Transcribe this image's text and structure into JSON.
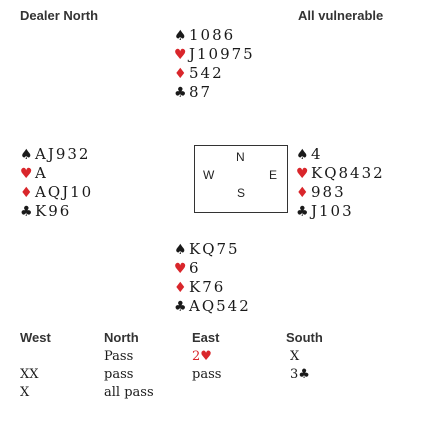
{
  "header": {
    "dealer": "Dealer North",
    "vulnerability": "All vulnerable"
  },
  "colors": {
    "red_suit": "#d9262b",
    "black_suit": "#1a1a1a"
  },
  "suits": {
    "spades": "♠",
    "hearts": "♥",
    "diamonds": "♦",
    "clubs": "♣"
  },
  "hands": {
    "north": {
      "spades": "1086",
      "hearts": "J10975",
      "diamonds": "542",
      "clubs": "87"
    },
    "west": {
      "spades": "AJ932",
      "hearts": "A",
      "diamonds": "AQJ10",
      "clubs": "K96"
    },
    "east": {
      "spades": "4",
      "hearts": "KQ8432",
      "diamonds": "983",
      "clubs": "J103"
    },
    "south": {
      "spades": "KQ75",
      "hearts": "6",
      "diamonds": "K76",
      "clubs": "AQ542"
    }
  },
  "compass": {
    "n": "N",
    "e": "E",
    "s": "S",
    "w": "W"
  },
  "auction": {
    "headers": [
      "West",
      "North",
      "East",
      "South"
    ],
    "rows": [
      [
        "",
        "Pass",
        "2♥",
        "X"
      ],
      [
        "XX",
        "pass",
        "pass",
        "3♣"
      ],
      [
        "X",
        "all pass",
        "",
        ""
      ]
    ]
  }
}
